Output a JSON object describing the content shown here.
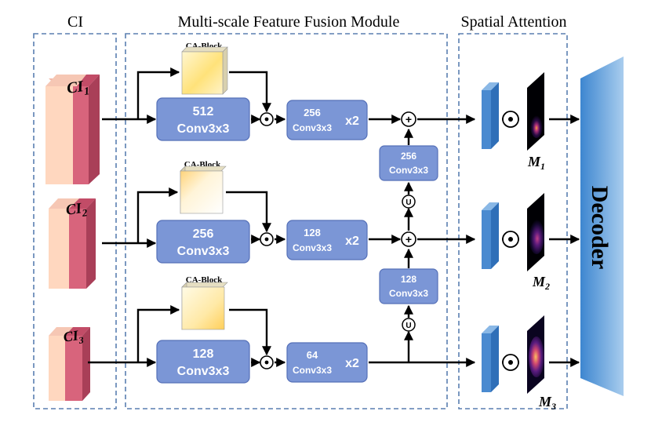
{
  "sections": {
    "ci": "CI",
    "fusion": "Multi-scale Feature Fusion Module",
    "attention": "Spatial Attention"
  },
  "inputs": [
    {
      "label": "CI",
      "sub": "1"
    },
    {
      "label": "CI",
      "sub": "2"
    },
    {
      "label": "CI",
      "sub": "3"
    }
  ],
  "ca_block_label": "CA-Block",
  "conv_blocks": [
    {
      "channels": "512",
      "op": "Conv3x3"
    },
    {
      "channels": "256",
      "op": "Conv3x3"
    },
    {
      "channels": "128",
      "op": "Conv3x3"
    }
  ],
  "double_conv_blocks": [
    {
      "channels": "256",
      "op": "Conv3x3",
      "repeat": "x2"
    },
    {
      "channels": "128",
      "op": "Conv3x3",
      "repeat": "x2"
    },
    {
      "channels": "64",
      "op": "Conv3x3",
      "repeat": "x2"
    }
  ],
  "up_conv_blocks": [
    {
      "channels": "256",
      "op": "Conv3x3"
    },
    {
      "channels": "128",
      "op": "Conv3x3"
    }
  ],
  "operators": {
    "multiply": "⊙",
    "add": "+",
    "upsample": "U"
  },
  "maps": [
    {
      "label": "M",
      "sub": "1"
    },
    {
      "label": "M",
      "sub": "2"
    },
    {
      "label": "M",
      "sub": "3"
    }
  ],
  "decoder": "Decoder",
  "colors": {
    "block": "#7b96d6",
    "block_stroke": "#5570b8",
    "dashed": "#5a7fb0",
    "ci_front": "#f7d0b8",
    "ci_side": "#d9607a",
    "attn_bar": "#4a8ad0",
    "decoder_light": "#b5d3ef",
    "decoder_dark": "#5a9ad8"
  }
}
